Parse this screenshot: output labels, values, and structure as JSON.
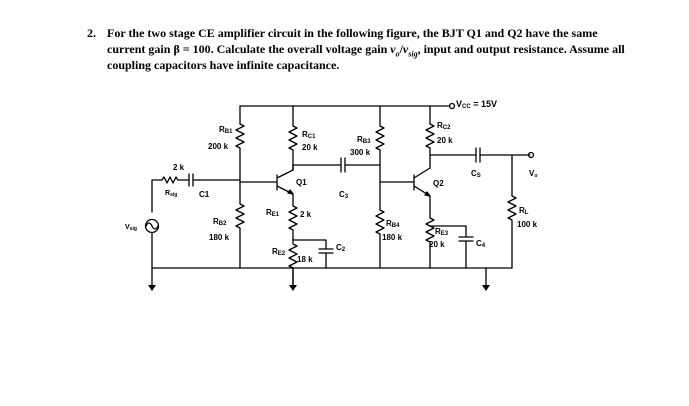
{
  "question": {
    "number": "2.",
    "line1": "For the two stage CE amplifier circuit in the following figure, the BJT Q1 and Q2 have the same",
    "line2_a": "current gain β = 100. Calculate the overall voltage gain ",
    "line2_v": "v",
    "line2_o": "o",
    "line2_slash": "/",
    "line2_vs": "v",
    "line2_sig": "sig",
    "line2_b": ", input and output resistance. Assume all",
    "line3": "coupling capacitors have infinite capacitance."
  },
  "circuit": {
    "vcc": "V CC = 15V",
    "vcc_main": "V",
    "vcc_sub": "CC",
    "vcc_val": " = 15V",
    "vo_main": "V",
    "vo_sub": "o",
    "vsig_main": "V",
    "vsig_sub": "sig",
    "rsig_main": "R",
    "rsig_sub": "sig",
    "rsig_val": "2 k",
    "c1": "C1",
    "rb1_main": "R",
    "rb1_sub": "B1",
    "rb1_val": "200 k",
    "rb2_main": "R",
    "rb2_sub": "B2",
    "rb2_val": "180 k",
    "rc1_main": "R",
    "rc1_sub": "C1",
    "rc1_val": "20 k",
    "q1": "Q1",
    "re1_main": "R",
    "re1_sub": "E1",
    "re1_val": "2 k",
    "re2_main": "R",
    "re2_sub": "E2",
    "re2_val": "18 k",
    "c2": "C",
    "c2_sub": "2",
    "c3": "C",
    "c3_sub": "3",
    "rb3_main": "R",
    "rb3_sub": "B3",
    "rb3_val": "300 k",
    "rb4_main": "R",
    "rb4_sub": "B4",
    "rb4_val": "180 k",
    "rc2_main": "R",
    "rc2_sub": "C2",
    "rc2_val": "20 k",
    "q2": "Q2",
    "re3_main": "R",
    "re3_sub": "E3",
    "re3_val": "20 k",
    "c4": "C",
    "c4_sub": "4",
    "cs": "C",
    "cs_sub": "S",
    "rl_main": "R",
    "rl_sub": "L",
    "rl_val": "100 k"
  }
}
